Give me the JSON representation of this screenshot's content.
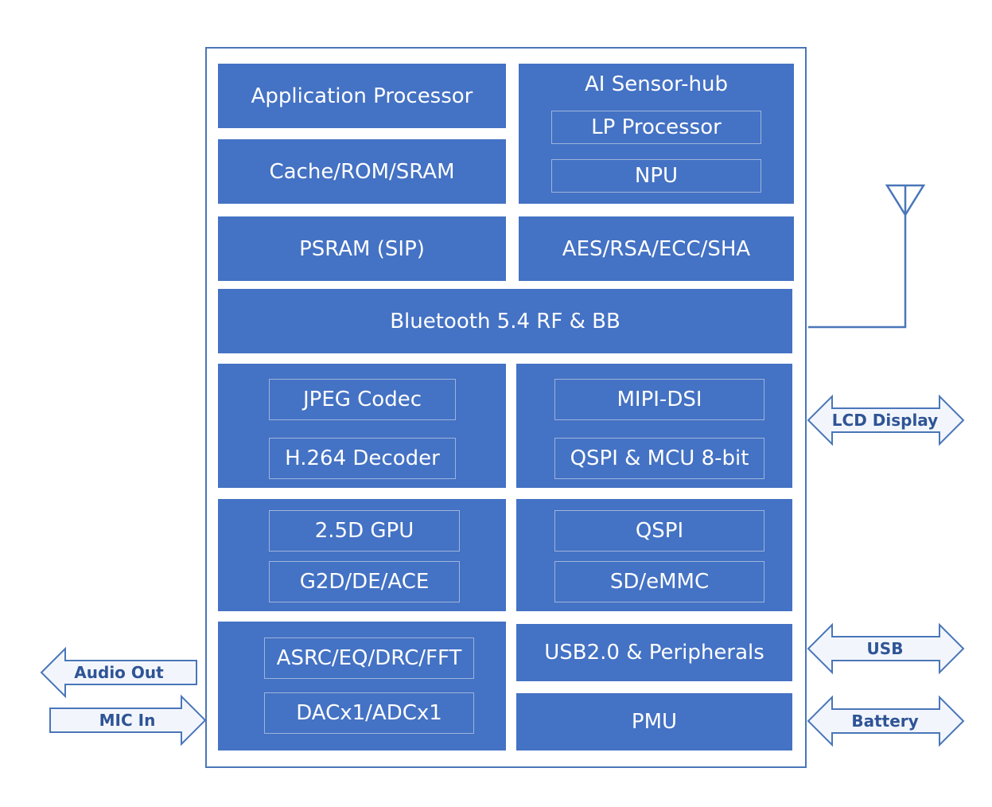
{
  "blocks": {
    "app_processor": "Application Processor",
    "cache": "Cache/ROM/SRAM",
    "sensor_hub": {
      "title": "AI Sensor-hub",
      "lp": "LP Processor",
      "npu": "NPU"
    },
    "psram": "PSRAM (SIP)",
    "crypto": "AES/RSA/ECC/SHA",
    "bluetooth": "Bluetooth 5.4 RF & BB",
    "codec": {
      "jpeg": "JPEG Codec",
      "h264": "H.264 Decoder"
    },
    "display_if": {
      "mipi": "MIPI-DSI",
      "qspi_mcu": "QSPI & MCU 8-bit"
    },
    "graphics": {
      "gpu": "2.5D GPU",
      "g2d": "G2D/DE/ACE"
    },
    "storage": {
      "qspi": "QSPI",
      "sd": "SD/eMMC"
    },
    "audio": {
      "dsp": "ASRC/EQ/DRC/FFT",
      "dac": "DACx1/ADCx1"
    },
    "usb": "USB2.0 & Peripherals",
    "pmu": "PMU"
  },
  "external": {
    "audio_out": "Audio Out",
    "mic_in": "MIC In",
    "lcd": "LCD Display",
    "usb": "USB",
    "battery": "Battery"
  },
  "colors": {
    "block": "#4472c4",
    "outline": "#4a76b8",
    "arrow_text": "#2f5496"
  }
}
